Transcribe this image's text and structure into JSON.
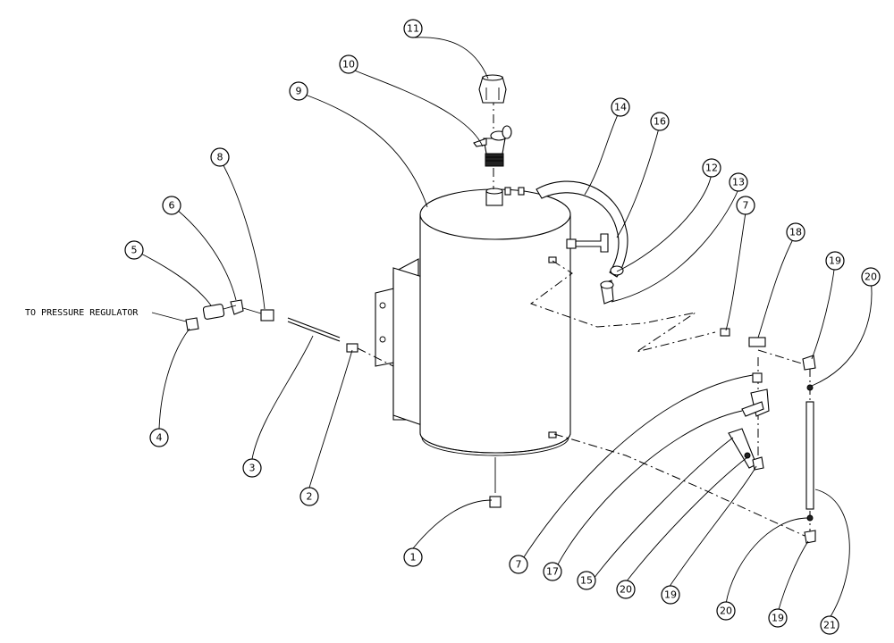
{
  "note": {
    "text": "TO PRESSURE REGULATOR"
  },
  "callouts": [
    {
      "id": "c1",
      "label": "1"
    },
    {
      "id": "c2",
      "label": "2"
    },
    {
      "id": "c3",
      "label": "3"
    },
    {
      "id": "c4",
      "label": "4"
    },
    {
      "id": "c5",
      "label": "5"
    },
    {
      "id": "c6",
      "label": "6"
    },
    {
      "id": "c7a",
      "label": "7"
    },
    {
      "id": "c7b",
      "label": "7"
    },
    {
      "id": "c8",
      "label": "8"
    },
    {
      "id": "c9",
      "label": "9"
    },
    {
      "id": "c10",
      "label": "10"
    },
    {
      "id": "c11",
      "label": "11"
    },
    {
      "id": "c12",
      "label": "12"
    },
    {
      "id": "c13",
      "label": "13"
    },
    {
      "id": "c14",
      "label": "14"
    },
    {
      "id": "c15",
      "label": "15"
    },
    {
      "id": "c16",
      "label": "16"
    },
    {
      "id": "c17",
      "label": "17"
    },
    {
      "id": "c18",
      "label": "18"
    },
    {
      "id": "c19a",
      "label": "19"
    },
    {
      "id": "c19b",
      "label": "19"
    },
    {
      "id": "c19c",
      "label": "19"
    },
    {
      "id": "c20a",
      "label": "20"
    },
    {
      "id": "c20b",
      "label": "20"
    },
    {
      "id": "c20c",
      "label": "20"
    },
    {
      "id": "c21",
      "label": "21"
    }
  ]
}
